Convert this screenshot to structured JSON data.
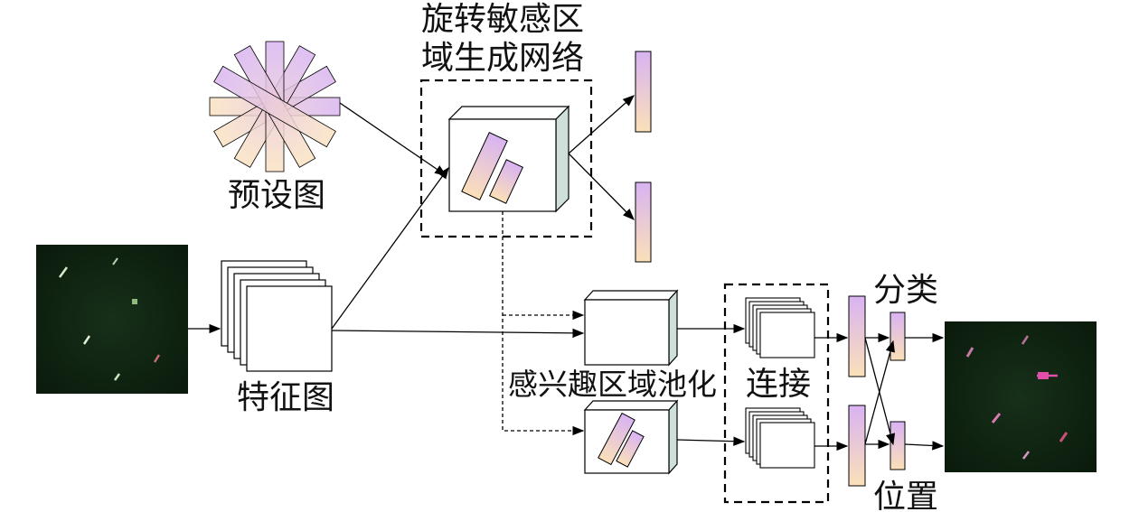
{
  "labels": {
    "rrpn_line1": "旋转敏感区",
    "rrpn_line2": "域生成网络",
    "preset_map": "预设图",
    "feature_map": "特征图",
    "roi_pooling": "感兴趣区域池化",
    "concat": "连接",
    "classification": "分类",
    "position": "位置"
  },
  "colors": {
    "grad_pink": "#f5bfe8",
    "grad_lavender": "#d9b3f2",
    "grad_peach": "#fbe0b8",
    "box_side": "#cfe0da",
    "sat_bg": "#0d1f0d",
    "stroke": "#000000"
  }
}
